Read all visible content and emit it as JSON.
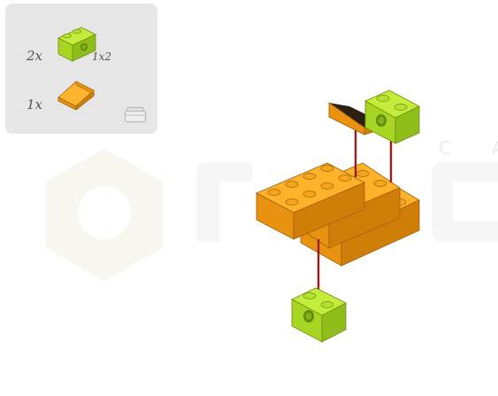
{
  "parts_list": {
    "items": [
      {
        "quantity": "2x",
        "size_label": "1x2",
        "part": "lime-technic-brick-1x2-icon",
        "color": "#a6d523"
      },
      {
        "quantity": "1x",
        "size_label": "",
        "part": "orange-slope-icon",
        "color": "#f5a317"
      }
    ],
    "bag_icon": "bag-icon"
  },
  "watermark": {
    "text": "CA"
  },
  "colors": {
    "orange": "#f5a317",
    "lime": "#a6d523",
    "axle_red": "#9b1b1b",
    "panel_bg": "#e6e6e6"
  }
}
